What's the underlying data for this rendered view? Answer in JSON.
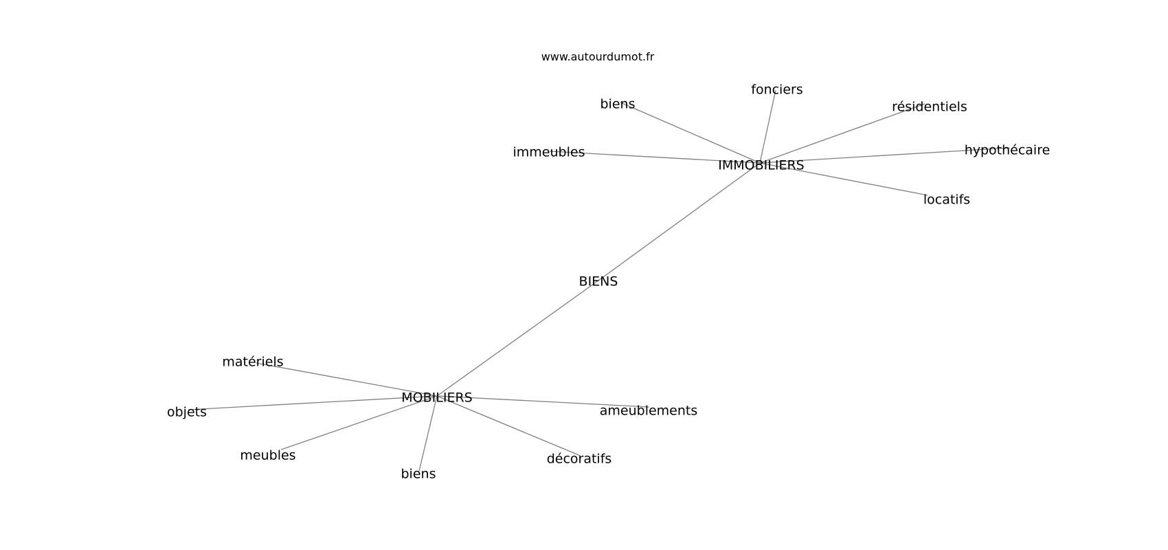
{
  "source": "www.autourdumot.fr",
  "colors": {
    "edge": "#7f7f7f",
    "text": "#000000",
    "background": "#ffffff"
  },
  "nodes": [
    {
      "id": "biens_center",
      "label": "BIENS"
    },
    {
      "id": "immobiliers",
      "label": "IMMOBILIERS"
    },
    {
      "id": "mobiliers",
      "label": "MOBILIERS"
    },
    {
      "id": "fonciers",
      "label": "fonciers"
    },
    {
      "id": "biens_top",
      "label": "biens"
    },
    {
      "id": "residentiels",
      "label": "résidentiels"
    },
    {
      "id": "immeubles",
      "label": "immeubles"
    },
    {
      "id": "hypothecaire",
      "label": "hypothécaire"
    },
    {
      "id": "locatifs",
      "label": "locatifs"
    },
    {
      "id": "materiels",
      "label": "matériels"
    },
    {
      "id": "objets",
      "label": "objets"
    },
    {
      "id": "meubles",
      "label": "meubles"
    },
    {
      "id": "biens_bottom",
      "label": "biens"
    },
    {
      "id": "ameublements",
      "label": "ameublements"
    },
    {
      "id": "decoratifs",
      "label": "décoratifs"
    }
  ],
  "edges": [
    {
      "from": "biens_center",
      "to": "immobiliers"
    },
    {
      "from": "biens_center",
      "to": "mobiliers"
    },
    {
      "from": "immobiliers",
      "to": "fonciers"
    },
    {
      "from": "immobiliers",
      "to": "biens_top"
    },
    {
      "from": "immobiliers",
      "to": "residentiels"
    },
    {
      "from": "immobiliers",
      "to": "immeubles"
    },
    {
      "from": "immobiliers",
      "to": "hypothecaire"
    },
    {
      "from": "immobiliers",
      "to": "locatifs"
    },
    {
      "from": "mobiliers",
      "to": "materiels"
    },
    {
      "from": "mobiliers",
      "to": "objets"
    },
    {
      "from": "mobiliers",
      "to": "meubles"
    },
    {
      "from": "mobiliers",
      "to": "biens_bottom"
    },
    {
      "from": "mobiliers",
      "to": "ameublements"
    },
    {
      "from": "mobiliers",
      "to": "decoratifs"
    }
  ]
}
